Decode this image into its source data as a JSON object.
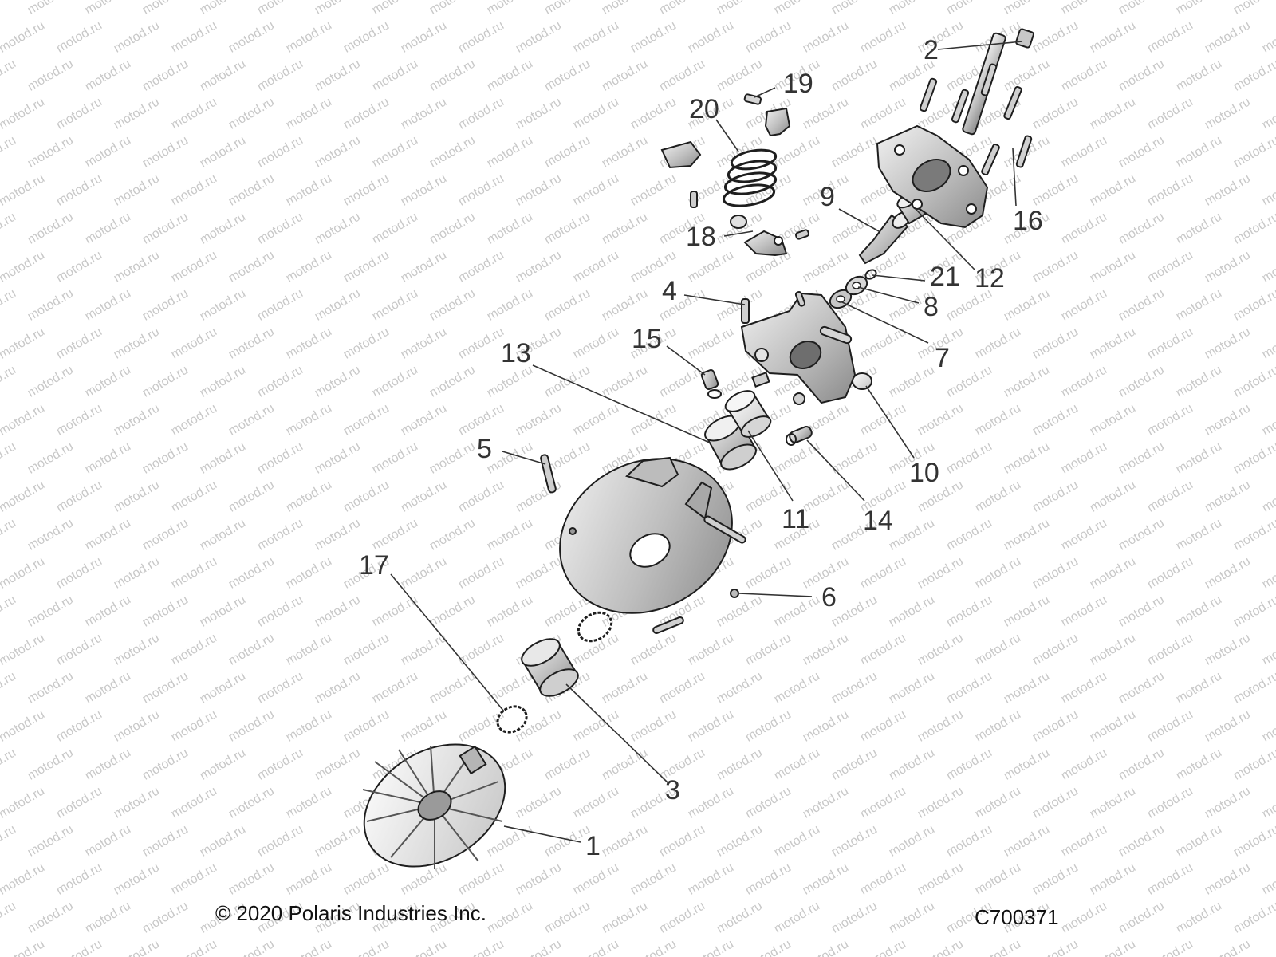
{
  "watermark": "motod.ru",
  "callouts": [
    "1",
    "2",
    "3",
    "4",
    "5",
    "6",
    "7",
    "8",
    "9",
    "10",
    "11",
    "12",
    "13",
    "14",
    "15",
    "16",
    "17",
    "18",
    "19",
    "20",
    "21"
  ],
  "footer": {
    "copyright": "© 2020 Polaris Industries Inc.",
    "drawing_code": "C700371"
  },
  "colors": {
    "line": "#1e1e1e",
    "shade_light": "#e6e6e6",
    "shade_mid": "#bdbdbd",
    "shade_dark": "#8a8a8a",
    "watermark": "#c8c8c8"
  }
}
